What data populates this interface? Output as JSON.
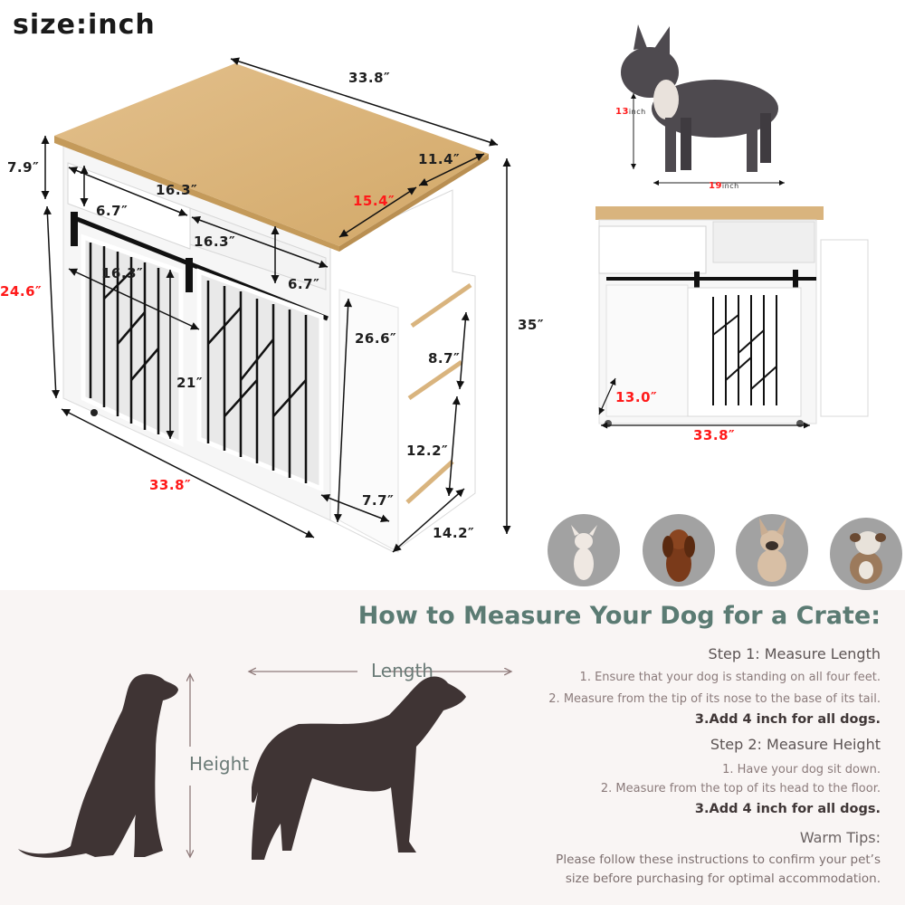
{
  "unit_label": "size:inch",
  "main_crate": {
    "dimensions": {
      "top_length": "33.8″",
      "top_depth_right": "11.4″",
      "top_depth_total": "15.4″",
      "drawer_height": "7.9″",
      "drawer_width_1": "16.3″",
      "drawer_inner_height": "6.7″",
      "open_shelf_width": "16.3″",
      "open_shelf_height": "6.7″",
      "door_width": "16.3″",
      "door_height": "21″",
      "crate_height": "24.6″",
      "side_rack_height": "26.6″",
      "side_shelf_top": "8.7″",
      "side_shelf_bottom": "12.2″",
      "side_rack_width": "7.7″",
      "side_rack_depth": "14.2″",
      "total_height": "35″",
      "base_length": "33.8″"
    }
  },
  "reference_dog": {
    "height_value": "13",
    "height_unit": "inch",
    "length_value": "19",
    "length_unit": "inch"
  },
  "front_view": {
    "opening_depth": "13.0″",
    "width": "33.8″"
  },
  "breeds": [
    {
      "name": "chihuahua"
    },
    {
      "name": "dachshund"
    },
    {
      "name": "french-bulldog"
    },
    {
      "name": "english-bulldog"
    }
  ],
  "guide": {
    "title": "How to Measure Your Dog for a Crate:",
    "height_label": "Height",
    "length_label": "Length",
    "step1": {
      "heading": "Step 1: Measure Length",
      "items": [
        "1. Ensure that your dog is standing on all four feet.",
        "2. Measure from the tip of its nose to the base of its tail."
      ],
      "emphasis": "3.Add 4 inch for all dogs."
    },
    "step2": {
      "heading": "Step 2: Measure Height",
      "items": [
        "1. Have your dog sit down.",
        "2. Measure from the top of its head to the floor."
      ],
      "emphasis": "3.Add 4 inch for all dogs."
    },
    "tips": {
      "heading": "Warm Tips:",
      "lines": [
        "Please follow these instructions to confirm your pet’s",
        "size before purchasing for optimal accommodation."
      ]
    }
  },
  "colors": {
    "wood": "#d9b47e",
    "cabinet": "#ffffff",
    "highlight_red": "#ff1a1a",
    "title_teal": "#5b7b73",
    "silhouette": "#3f3434",
    "arrow_mauve": "#8f7a7a",
    "panel_bg": "#f9f5f4"
  }
}
